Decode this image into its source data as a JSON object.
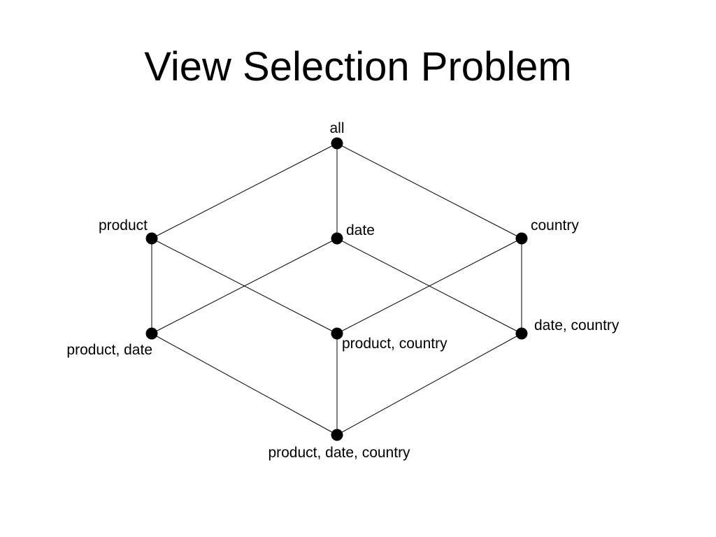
{
  "title": "View Selection Problem",
  "diagram": {
    "nodes": [
      {
        "id": "all",
        "label": "all"
      },
      {
        "id": "product",
        "label": "product"
      },
      {
        "id": "date",
        "label": "date"
      },
      {
        "id": "country",
        "label": "country"
      },
      {
        "id": "product_date",
        "label": "product, date"
      },
      {
        "id": "product_country",
        "label": "product, country"
      },
      {
        "id": "date_country",
        "label": "date, country"
      },
      {
        "id": "product_date_country",
        "label": "product, date, country"
      }
    ],
    "edges": [
      [
        "all",
        "product"
      ],
      [
        "all",
        "date"
      ],
      [
        "all",
        "country"
      ],
      [
        "product",
        "product_date"
      ],
      [
        "product",
        "product_country"
      ],
      [
        "date",
        "product_date"
      ],
      [
        "date",
        "date_country"
      ],
      [
        "country",
        "product_country"
      ],
      [
        "country",
        "date_country"
      ],
      [
        "product_date",
        "product_date_country"
      ],
      [
        "product_country",
        "product_date_country"
      ],
      [
        "date_country",
        "product_date_country"
      ]
    ],
    "colors": {
      "node": "#000000",
      "edge": "#000000",
      "text": "#000000"
    }
  }
}
